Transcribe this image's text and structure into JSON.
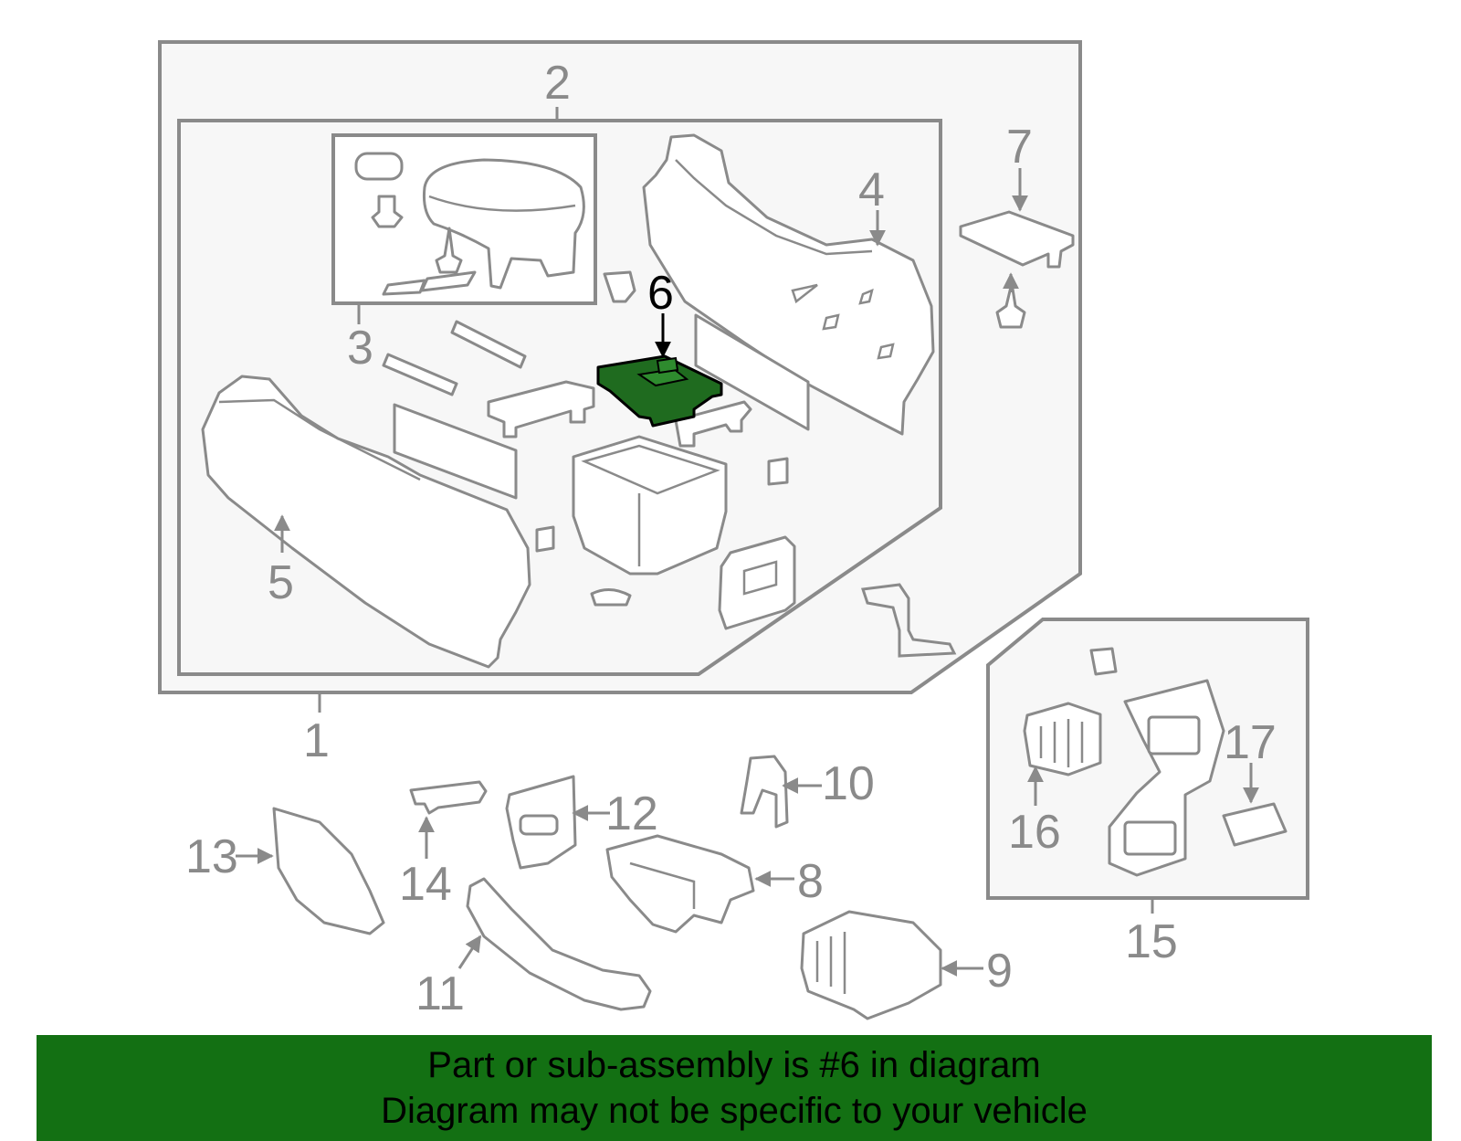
{
  "callouts": {
    "c1": "1",
    "c2": "2",
    "c3": "3",
    "c4": "4",
    "c5": "5",
    "c6": "6",
    "c7": "7",
    "c8": "8",
    "c9": "9",
    "c10": "10",
    "c11": "11",
    "c12": "12",
    "c13": "13",
    "c14": "14",
    "c15": "15",
    "c16": "16",
    "c17": "17"
  },
  "banner": {
    "line1": "Part or sub-assembly is #6 in diagram",
    "line2": "Diagram may not be specific to your vehicle"
  },
  "colors": {
    "highlight_part": "#1f6b1f",
    "banner_background": "#137013",
    "line_art": "#8a8a8a"
  }
}
